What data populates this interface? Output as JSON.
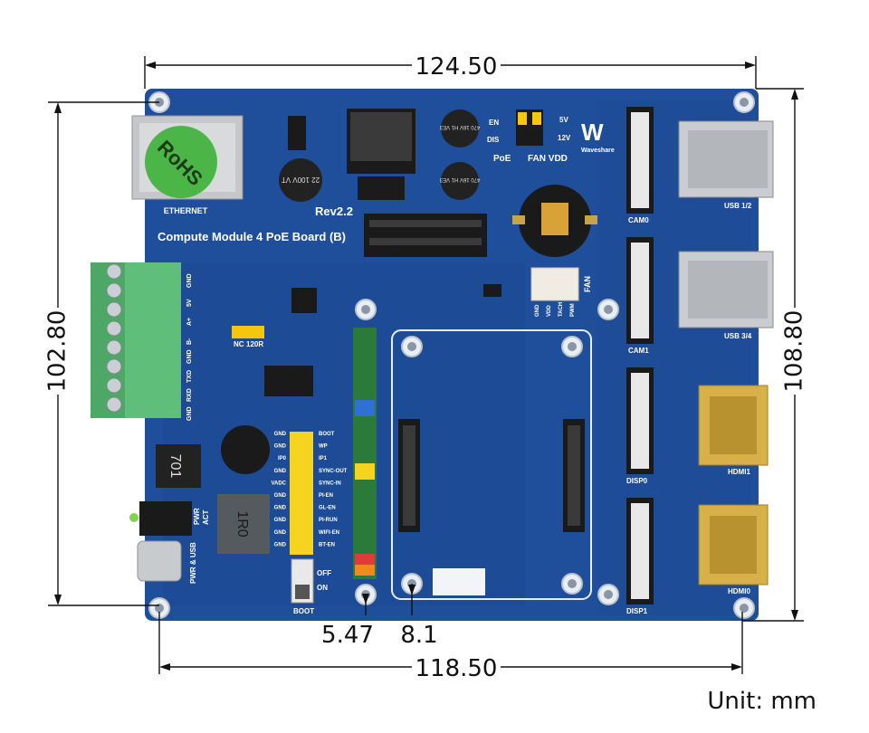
{
  "board": {
    "title": "Compute Module 4 PoE Board (B)",
    "revision": "Rev2.2",
    "brand": "Waveshare",
    "rohs": "RoHS",
    "ethernet": "ETHERNET",
    "usb12": "USB 1/2",
    "usb34": "USB 3/4",
    "hdmi1": "HDMI1",
    "hdmi0": "HDMI0",
    "cam0": "CAM0",
    "cam1": "CAM1",
    "disp0": "DISP0",
    "disp1": "DISP1",
    "poe": "PoE",
    "fan_vdd": "FAN VDD",
    "fan": "FAN",
    "v5": "5V",
    "v12": "12V",
    "en": "EN",
    "dis": "DIS",
    "pwr_usb": "PWR & USB",
    "pwr": "PWR",
    "act": "ACT",
    "boot": "BOOT",
    "off": "OFF",
    "on": "ON",
    "nc": "NC",
    "r120": "120R",
    "inductor1": "701",
    "inductor2": "1R0",
    "cap1": "22 100V VT",
    "cap2": "470 16V H1 VE3",
    "header_labels": [
      "BOOT",
      "WP",
      "IP1",
      "SYNC-OUT",
      "SYNC-IN",
      "PI-EN",
      "GL-EN",
      "PI-RUN",
      "WIFI-EN",
      "BT-EN"
    ],
    "gnd_labels": [
      "GND",
      "GND",
      "IP0",
      "GND",
      "VADC",
      "GND",
      "GND",
      "GND",
      "GND",
      "GND"
    ],
    "terminal_labels": [
      "GND",
      "5V",
      "A+",
      "B-",
      "GND",
      "TXD",
      "RXD",
      "GND"
    ],
    "fan_labels": [
      "GND",
      "VDD",
      "TACH",
      "PWM"
    ]
  },
  "dimensions": {
    "top_width": "124.50",
    "bottom_width": "118.50",
    "left_height": "102.80",
    "right_height": "108.80",
    "hole_offset_x": "5.47",
    "hole_offset_y": "8.1",
    "unit": "Unit: mm"
  },
  "colors": {
    "pcb": "#1f4f9a",
    "pcb_dark": "#173f80",
    "terminal": "#5fbf7a",
    "header": "#f5d31e"
  }
}
